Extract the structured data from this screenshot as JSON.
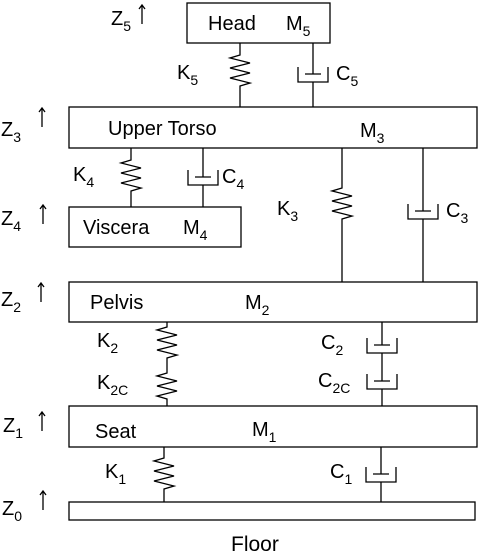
{
  "masses": {
    "head": {
      "name": "Head",
      "mass": {
        "base": "M",
        "sub": "5"
      }
    },
    "upper": {
      "name": "Upper Torso",
      "mass": {
        "base": "M",
        "sub": "3"
      }
    },
    "viscera": {
      "name": "Viscera",
      "mass": {
        "base": "M",
        "sub": "4"
      }
    },
    "pelvis": {
      "name": "Pelvis",
      "mass": {
        "base": "M",
        "sub": "2"
      }
    },
    "seat": {
      "name": "Seat",
      "mass": {
        "base": "M",
        "sub": "1"
      }
    }
  },
  "floor": {
    "name": "Floor"
  },
  "displacements": {
    "z5": {
      "base": "Z",
      "sub": "5"
    },
    "z3": {
      "base": "Z",
      "sub": "3"
    },
    "z4": {
      "base": "Z",
      "sub": "4"
    },
    "z2": {
      "base": "Z",
      "sub": "2"
    },
    "z1": {
      "base": "Z",
      "sub": "1"
    },
    "z0": {
      "base": "Z",
      "sub": "0"
    }
  },
  "springs": {
    "k5": {
      "base": "K",
      "sub": "5"
    },
    "k4": {
      "base": "K",
      "sub": "4"
    },
    "k3": {
      "base": "K",
      "sub": "3"
    },
    "k2": {
      "base": "K",
      "sub": "2"
    },
    "k2c": {
      "base": "K",
      "sub": "2C"
    },
    "k1": {
      "base": "K",
      "sub": "1"
    }
  },
  "dampers": {
    "c5": {
      "base": "C",
      "sub": "5"
    },
    "c4": {
      "base": "C",
      "sub": "4"
    },
    "c3": {
      "base": "C",
      "sub": "3"
    },
    "c2": {
      "base": "C",
      "sub": "2"
    },
    "c2c": {
      "base": "C",
      "sub": "2C"
    },
    "c1": {
      "base": "C",
      "sub": "1"
    }
  }
}
